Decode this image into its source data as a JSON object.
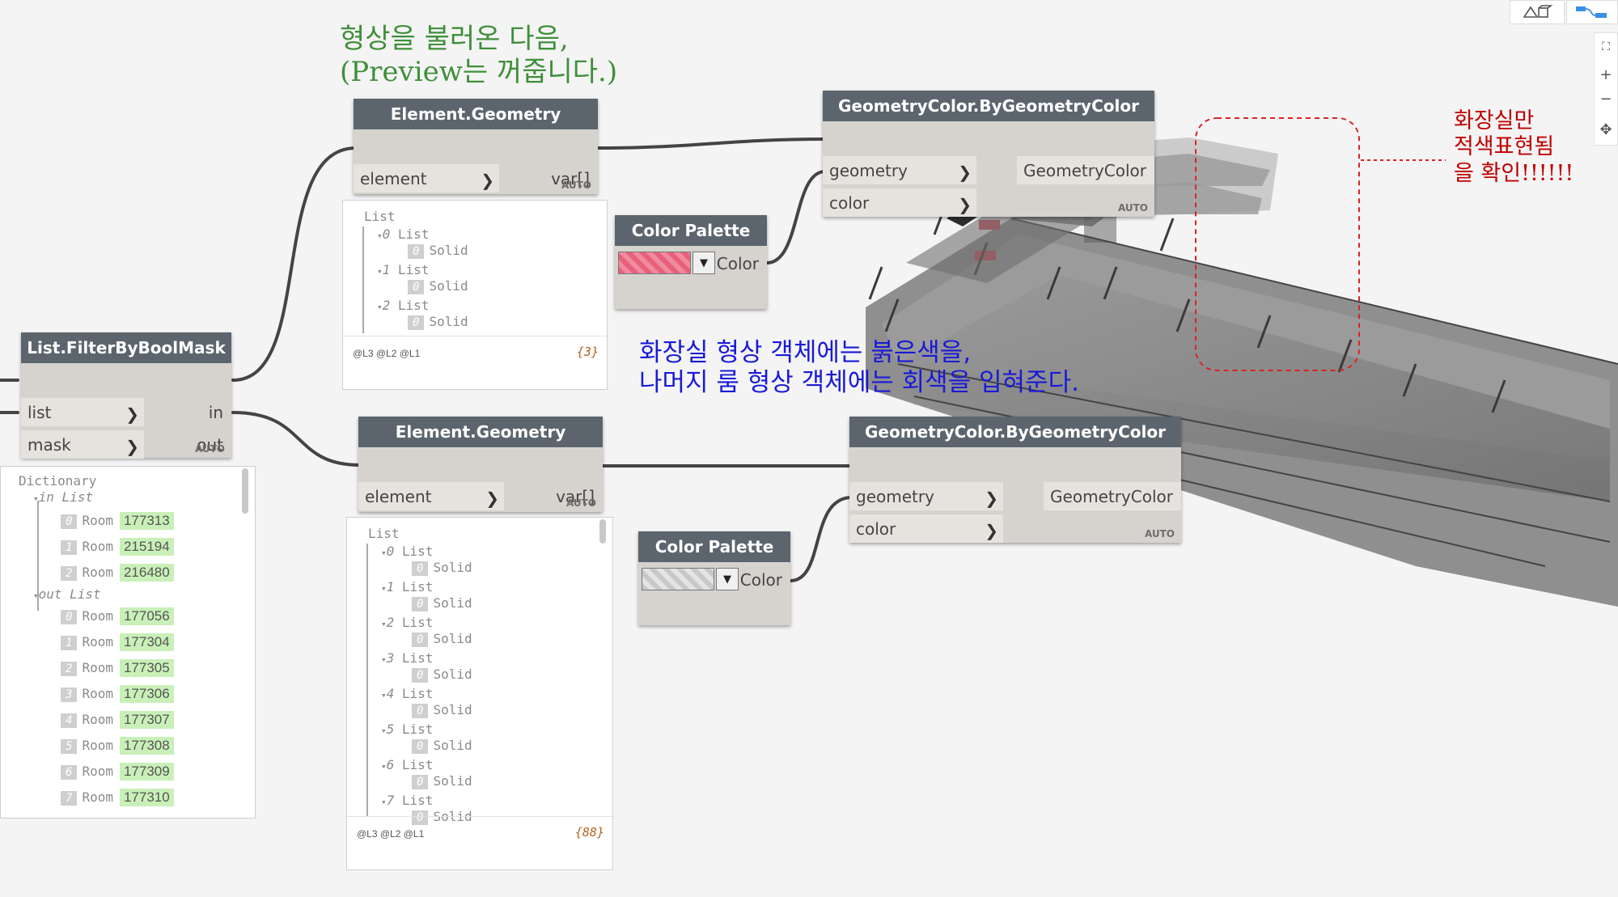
{
  "annotations": {
    "top_line1": "형상을 불러온 다음,",
    "top_line2": "(Preview는 꺼줍니다.)",
    "middle_line1": "화장실 형상 객체에는 붉은색을,",
    "middle_line2": "나머지 룸 형상 객체에는 회색을 입혀준다.",
    "right_line1": "화장실만",
    "right_line2": "적색표현됨",
    "right_line3": "을 확인!!!!!!",
    "colors": {
      "green": "#3f8f3a",
      "blue": "#1a1ad8",
      "red": "#c00000"
    }
  },
  "filter_node": {
    "title": "List.FilterByBoolMask",
    "inputs": [
      "list",
      "mask"
    ],
    "outputs": [
      "in",
      "out"
    ],
    "lacing": "AUTO",
    "preview": {
      "root": "Dictionary",
      "in_header": "in List",
      "in_items": [
        {
          "index": "0",
          "type": "Room",
          "value": "177313"
        },
        {
          "index": "1",
          "type": "Room",
          "value": "215194"
        },
        {
          "index": "2",
          "type": "Room",
          "value": "216480"
        }
      ],
      "out_header": "out List",
      "out_items": [
        {
          "index": "0",
          "type": "Room",
          "value": "177056"
        },
        {
          "index": "1",
          "type": "Room",
          "value": "177304"
        },
        {
          "index": "2",
          "type": "Room",
          "value": "177305"
        },
        {
          "index": "3",
          "type": "Room",
          "value": "177306"
        },
        {
          "index": "4",
          "type": "Room",
          "value": "177307"
        },
        {
          "index": "5",
          "type": "Room",
          "value": "177308"
        },
        {
          "index": "6",
          "type": "Room",
          "value": "177309"
        },
        {
          "index": "7",
          "type": "Room",
          "value": "177310"
        }
      ]
    }
  },
  "geometry_top": {
    "title": "Element.Geometry",
    "input": "element",
    "output": "var[]",
    "lacing": "AUTO",
    "preview": {
      "root": "List",
      "items": [
        {
          "index": "0",
          "label": "List",
          "child_index": "0",
          "child": "Solid"
        },
        {
          "index": "1",
          "label": "List",
          "child_index": "0",
          "child": "Solid"
        },
        {
          "index": "2",
          "label": "List",
          "child_index": "0",
          "child": "Solid"
        }
      ],
      "levels": "@L3 @L2 @L1",
      "count": "{3}"
    }
  },
  "geometry_bottom": {
    "title": "Element.Geometry",
    "input": "element",
    "output": "var[]",
    "lacing": "AUTO",
    "preview": {
      "root": "List",
      "items": [
        {
          "index": "0",
          "label": "List",
          "child_index": "0",
          "child": "Solid"
        },
        {
          "index": "1",
          "label": "List",
          "child_index": "0",
          "child": "Solid"
        },
        {
          "index": "2",
          "label": "List",
          "child_index": "0",
          "child": "Solid"
        },
        {
          "index": "3",
          "label": "List",
          "child_index": "0",
          "child": "Solid"
        },
        {
          "index": "4",
          "label": "List",
          "child_index": "0",
          "child": "Solid"
        },
        {
          "index": "5",
          "label": "List",
          "child_index": "0",
          "child": "Solid"
        },
        {
          "index": "6",
          "label": "List",
          "child_index": "0",
          "child": "Solid"
        },
        {
          "index": "7",
          "label": "List",
          "child_index": "0",
          "child": "Solid"
        }
      ],
      "levels": "@L3 @L2 @L1",
      "count": "{88}"
    }
  },
  "palette_top": {
    "title": "Color Palette",
    "output": "Color",
    "swatch_color": "#e8607a"
  },
  "palette_bottom": {
    "title": "Color Palette",
    "output": "Color",
    "swatch_color": "#c8c8c8"
  },
  "gc_top": {
    "title": "GeometryColor.ByGeometryColor",
    "inputs": [
      "geometry",
      "color"
    ],
    "output": "GeometryColor",
    "lacing": "AUTO"
  },
  "gc_bottom": {
    "title": "GeometryColor.ByGeometryColor",
    "inputs": [
      "geometry",
      "color"
    ],
    "output": "GeometryColor",
    "lacing": "AUTO"
  },
  "toolbar": {
    "view_toggle_icon": "3d-view-icon",
    "graph_view_icon": "graph-view-icon",
    "zoom_fit_icon": "zoom-fit-icon",
    "zoom_in_icon": "zoom-in-icon",
    "zoom_out_icon": "zoom-out-icon",
    "pan_icon": "pan-icon"
  }
}
